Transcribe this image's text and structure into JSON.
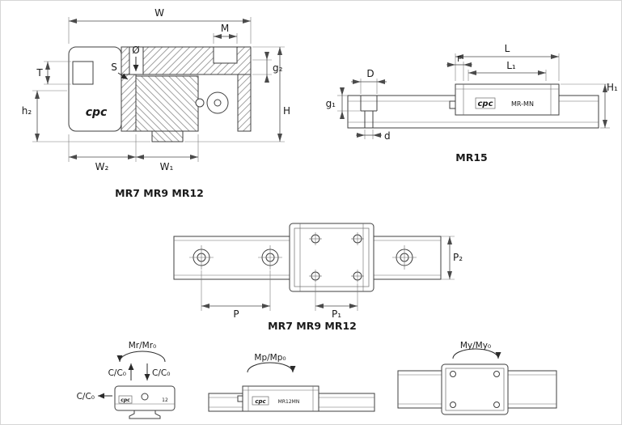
{
  "cross_section": {
    "caption": "MR7 MR9 MR12",
    "logo": "cpc",
    "dims": {
      "W": "W",
      "M": "M",
      "dia": "Ø",
      "S": "S",
      "T": "T",
      "h2": "h₂",
      "g2": "g₂",
      "H": "H",
      "W2": "W₂",
      "W1": "W₁"
    }
  },
  "side_view": {
    "caption": "MR15",
    "logo": "cpc",
    "model": "MR-MN",
    "dims": {
      "L": "L",
      "L1": "L₁",
      "F": "F",
      "D": "D",
      "g1": "g₁",
      "d": "d",
      "H1": "H₁"
    }
  },
  "top_view": {
    "caption": "MR7 MR9 MR12",
    "dims": {
      "P": "P",
      "P1": "P₁",
      "P2": "P₂"
    }
  },
  "moments": {
    "roll": {
      "moment_label": "Mr/Mr₀",
      "load_up_label": "C/C₀",
      "load_down_label": "C/C₀",
      "load_side_label": "C/C₀",
      "logo": "cpc",
      "marking": "12"
    },
    "pitch": {
      "moment_label": "Mp/Mp₀",
      "logo": "cpc",
      "model": "MR12MN"
    },
    "yaw": {
      "moment_label": "My/My₀"
    }
  },
  "colors": {
    "line": "#3f3f3f",
    "dimension": "#4a4a4a",
    "hatch": "#8a8a8a",
    "text": "#1a1a1a",
    "background": "#ffffff"
  }
}
